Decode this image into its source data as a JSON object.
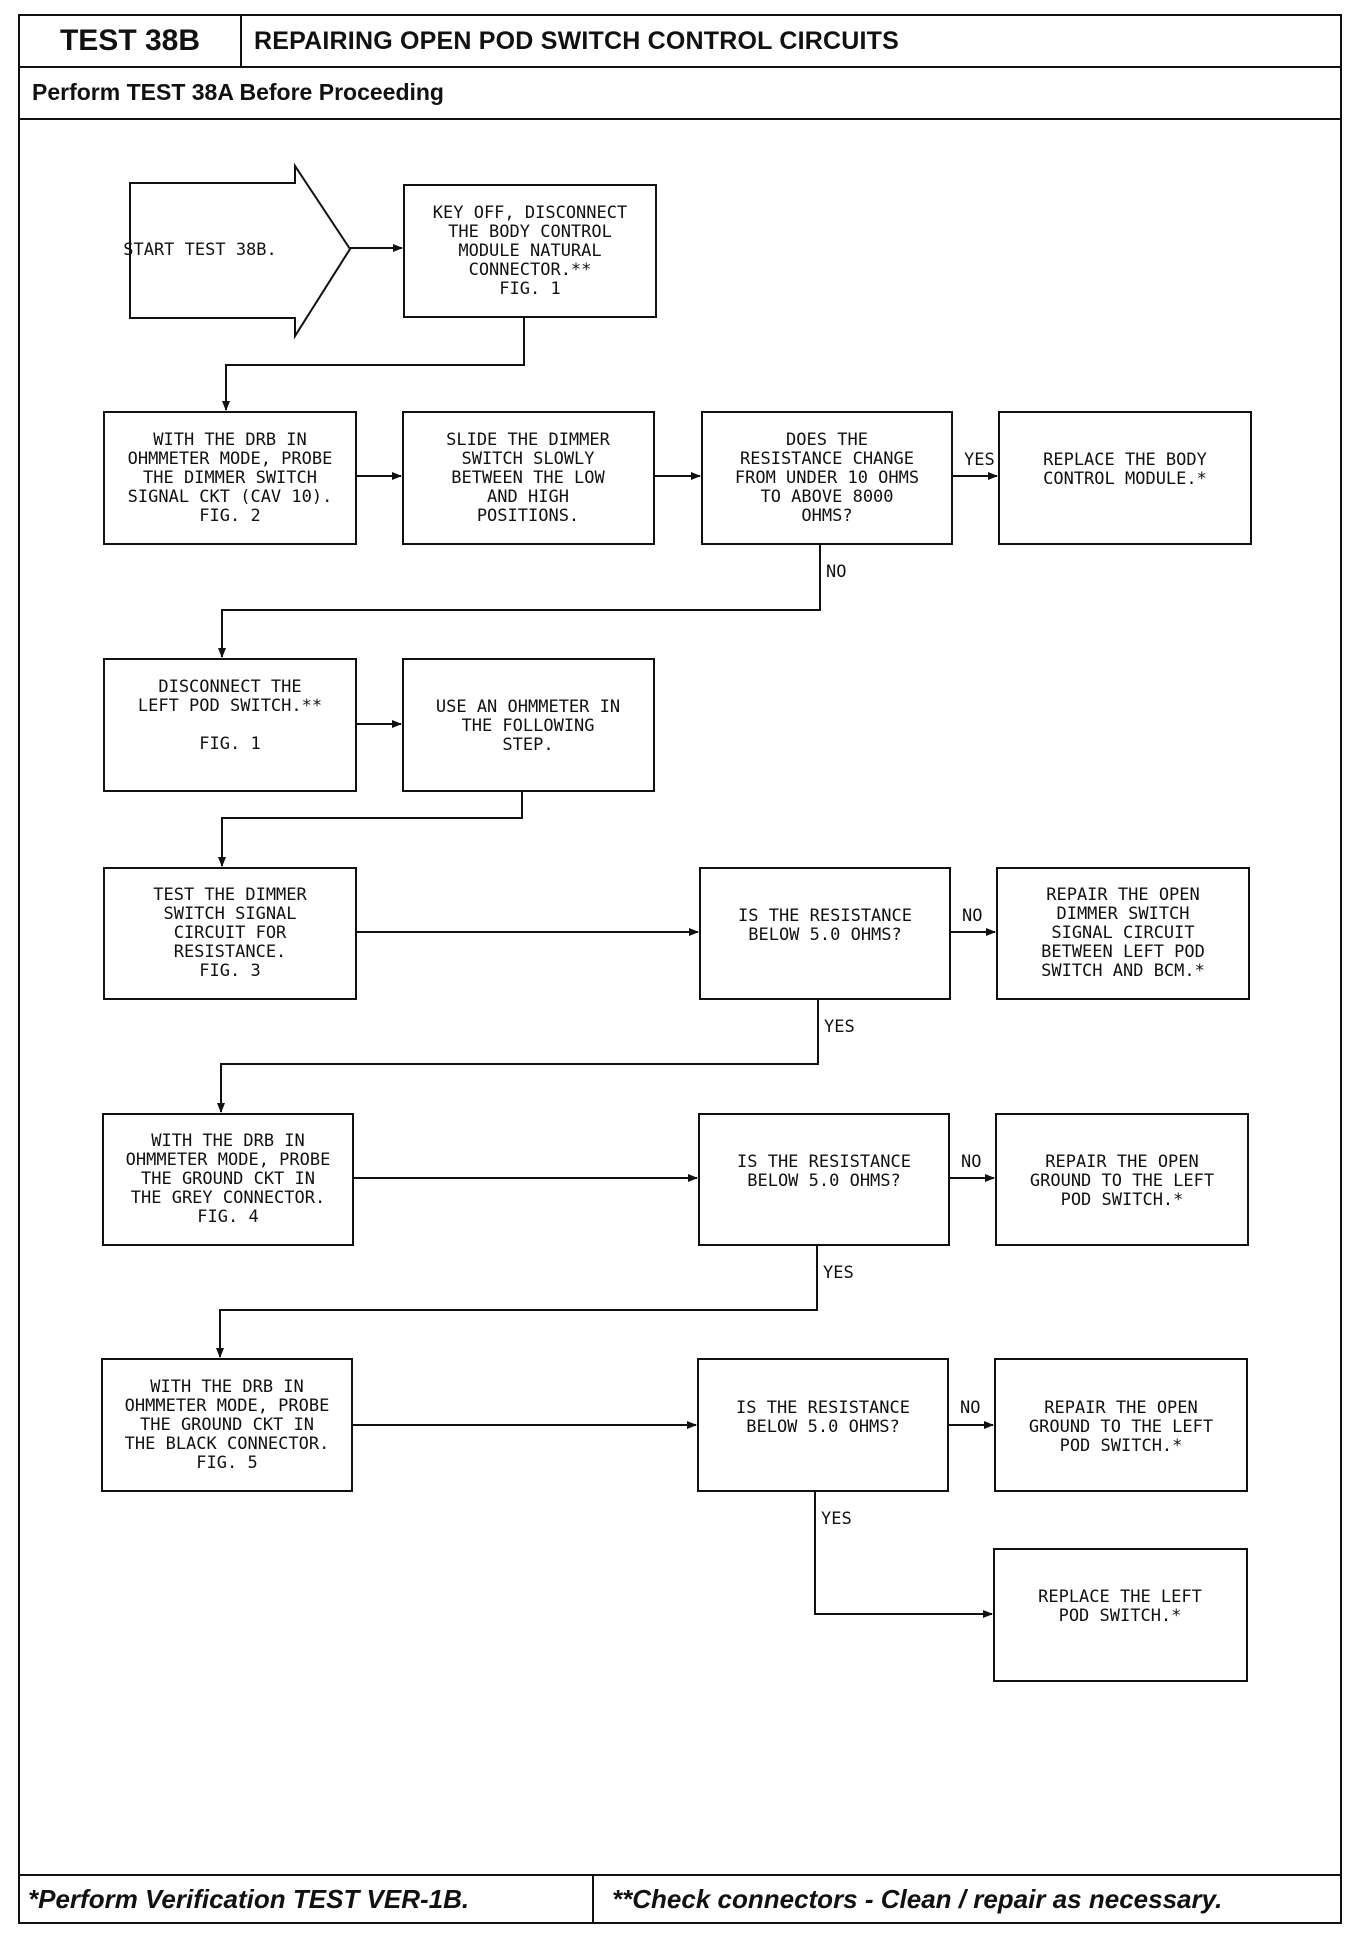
{
  "header": {
    "test_id": "TEST 38B",
    "title": "REPAIRING OPEN POD SWITCH CONTROL CIRCUITS",
    "prerequisite": "Perform TEST 38A Before Proceeding"
  },
  "footer": {
    "left": "*Perform Verification TEST VER-1B.",
    "right": "**Check connectors - Clean / repair as necessary."
  },
  "flowchart": {
    "start": [
      "START TEST 38B."
    ],
    "step1": [
      "KEY OFF, DISCONNECT",
      "THE BODY CONTROL",
      "MODULE NATURAL",
      "CONNECTOR.**",
      "FIG. 1"
    ],
    "step2": [
      "WITH THE DRB IN",
      "OHMMETER MODE, PROBE",
      "THE DIMMER SWITCH",
      "SIGNAL CKT (CAV 10).",
      "FIG. 2"
    ],
    "step3": [
      "SLIDE THE DIMMER",
      "SWITCH SLOWLY",
      "BETWEEN THE LOW",
      "AND HIGH",
      "POSITIONS."
    ],
    "q1": [
      "DOES THE",
      "RESISTANCE CHANGE",
      "FROM UNDER 10 OHMS",
      "TO ABOVE 8000",
      "OHMS?"
    ],
    "r1": [
      "REPLACE THE BODY",
      "CONTROL MODULE.*"
    ],
    "step4": [
      "DISCONNECT THE",
      "LEFT POD SWITCH.**",
      "",
      "FIG. 1"
    ],
    "step5": [
      "USE AN OHMMETER IN",
      "THE FOLLOWING",
      "STEP."
    ],
    "step6": [
      "TEST THE DIMMER",
      "SWITCH SIGNAL",
      "CIRCUIT FOR",
      "RESISTANCE.",
      "FIG. 3"
    ],
    "q2": [
      "IS THE RESISTANCE",
      "BELOW 5.0 OHMS?"
    ],
    "r2": [
      "REPAIR THE OPEN",
      "DIMMER SWITCH",
      "SIGNAL CIRCUIT",
      "BETWEEN LEFT POD",
      "SWITCH AND BCM.*"
    ],
    "step7": [
      "WITH THE DRB IN",
      "OHMMETER MODE, PROBE",
      "THE GROUND CKT IN",
      "THE GREY CONNECTOR.",
      "FIG. 4"
    ],
    "q3": [
      "IS THE RESISTANCE",
      "BELOW 5.0 OHMS?"
    ],
    "r3": [
      "REPAIR THE OPEN",
      "GROUND TO THE LEFT",
      "POD SWITCH.*"
    ],
    "step8": [
      "WITH THE DRB IN",
      "OHMMETER MODE, PROBE",
      "THE GROUND CKT IN",
      "THE BLACK CONNECTOR.",
      "FIG. 5"
    ],
    "q4": [
      "IS THE RESISTANCE",
      "BELOW 5.0 OHMS?"
    ],
    "r4": [
      "REPAIR THE OPEN",
      "GROUND TO THE LEFT",
      "POD SWITCH.*"
    ],
    "r5": [
      "REPLACE THE LEFT",
      "POD SWITCH.*"
    ],
    "labels": {
      "q1_yes": "YES",
      "q1_no": "NO",
      "q2_no": "NO",
      "q2_yes": "YES",
      "q3_no": "NO",
      "q3_yes": "YES",
      "q4_no": "NO",
      "q4_yes": "YES"
    }
  }
}
